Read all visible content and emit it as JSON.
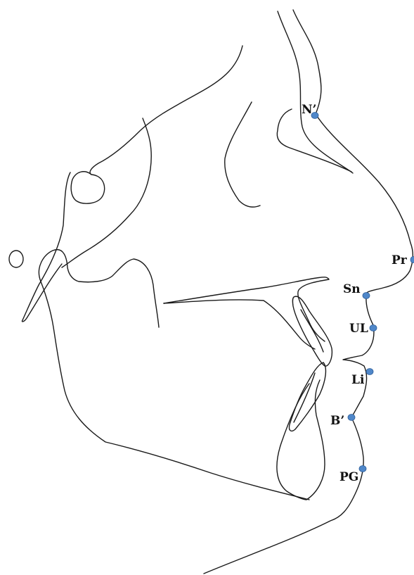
{
  "colors": {
    "line": "#1a1a1a",
    "landmark_fill": "#4f87c9",
    "label": "#111111"
  },
  "landmarks": [
    {
      "id": "n",
      "label": "N’"
    },
    {
      "id": "pr",
      "label": "Pr"
    },
    {
      "id": "sn",
      "label": "Sn"
    },
    {
      "id": "ul",
      "label": "UL"
    },
    {
      "id": "li",
      "label": "Li"
    },
    {
      "id": "b",
      "label": "B’"
    },
    {
      "id": "pg",
      "label": "PG"
    }
  ]
}
